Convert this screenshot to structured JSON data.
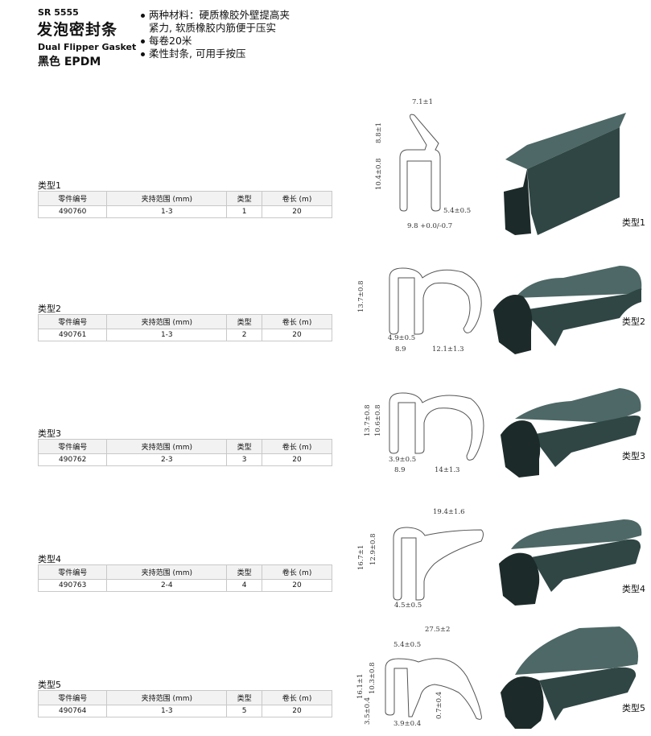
{
  "header": {
    "code": "SR 5555",
    "title": "发泡密封条",
    "subtitle": "Dual Flipper Gasket",
    "color": "黑色 EPDM",
    "features": [
      "两种材料：硬质橡胶外壁提高夹",
      "紧力, 软质橡胶内筋便于压实",
      "每卷20米",
      "柔性封条, 可用手按压"
    ]
  },
  "table_headers": [
    "零件编号",
    "夹持范围 (mm)",
    "类型",
    "卷长 (m)"
  ],
  "types": [
    {
      "label": "类型1",
      "row": [
        "490760",
        "1-3",
        "1",
        "20"
      ],
      "dims": [
        "7.1±1",
        "8.8±1",
        "10.4±0.8",
        "5.4±0.5",
        "9.8 +0.0/-0.7"
      ]
    },
    {
      "label": "类型2",
      "row": [
        "490761",
        "1-3",
        "2",
        "20"
      ],
      "dims": [
        "13.7±0.8",
        "4.9±0.5",
        "8.9",
        "12.1±1.3"
      ]
    },
    {
      "label": "类型3",
      "row": [
        "490762",
        "2-3",
        "3",
        "20"
      ],
      "dims": [
        "13.7±0.8",
        "10.6±0.8",
        "3.9±0.5",
        "8.9",
        "14±1.3"
      ]
    },
    {
      "label": "类型4",
      "row": [
        "490763",
        "2-4",
        "4",
        "20"
      ],
      "dims": [
        "19.4±1.6",
        "16.7±1",
        "12.9±0.8",
        "4.5±0.5"
      ]
    },
    {
      "label": "类型5",
      "row": [
        "490764",
        "1-3",
        "5",
        "20"
      ],
      "dims": [
        "27.5±2",
        "5.4±0.5",
        "16.1±1",
        "10.3±0.8",
        "3.5±0.4",
        "3.9±0.4",
        "0.7±0.4"
      ]
    }
  ],
  "colors": {
    "rubber_top": "#4d6866",
    "rubber_front": "#2f4644",
    "rubber_dark": "#1c2a29",
    "line": "#555555"
  }
}
